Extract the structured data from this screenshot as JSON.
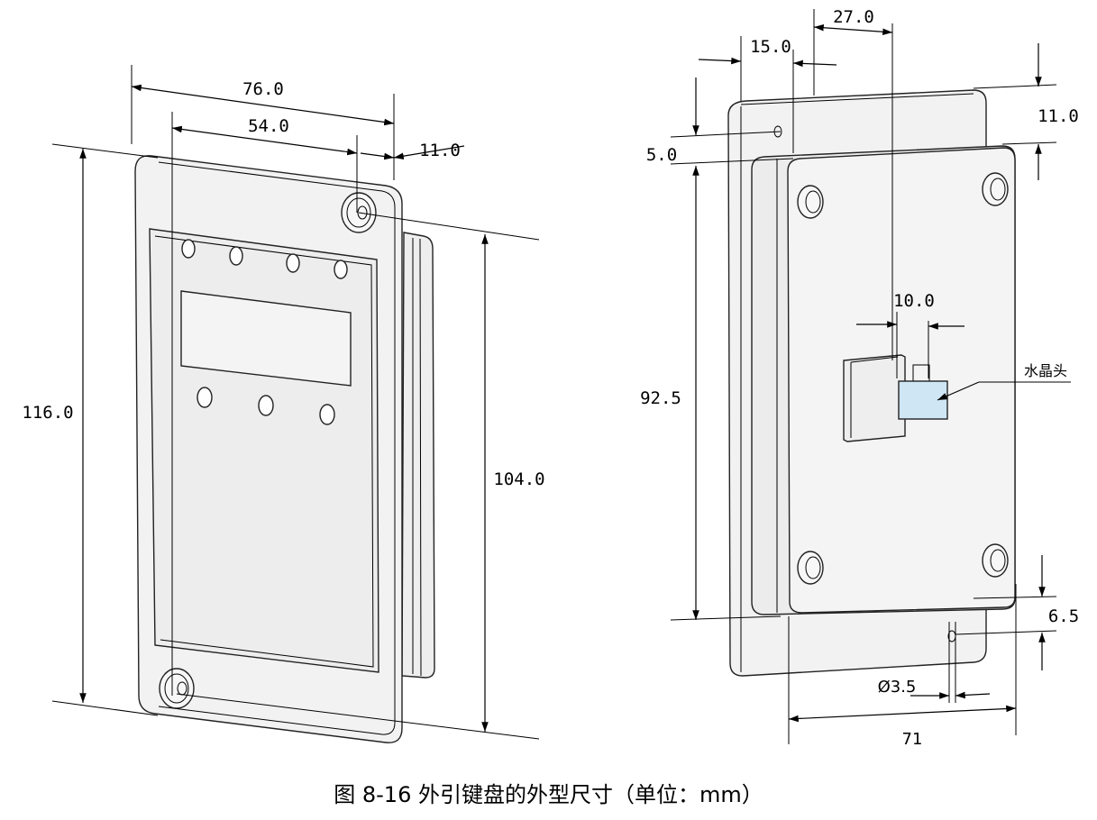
{
  "caption": "图 8-16 外引键盘的外型尺寸（单位：mm）",
  "front_view": {
    "dims": {
      "overall_width": "76.0",
      "hole_spacing_width": "54.0",
      "side_depth": "11.0",
      "overall_height": "116.0",
      "hole_spacing_height": "104.0"
    }
  },
  "back_view": {
    "dims": {
      "top_width": "27.0",
      "left_offset": "15.0",
      "top_height": "11.0",
      "top_hole_offset": "5.0",
      "body_height": "92.5",
      "connector_width": "10.0",
      "bottom_hole_offset": "6.5",
      "hole_diameter": "Ø3.5",
      "body_width": "71"
    },
    "connector_label": "水晶头"
  },
  "colors": {
    "line": "#000000",
    "body_fill": "#f2f2f2",
    "connector_fill": "#cfe6f5"
  }
}
